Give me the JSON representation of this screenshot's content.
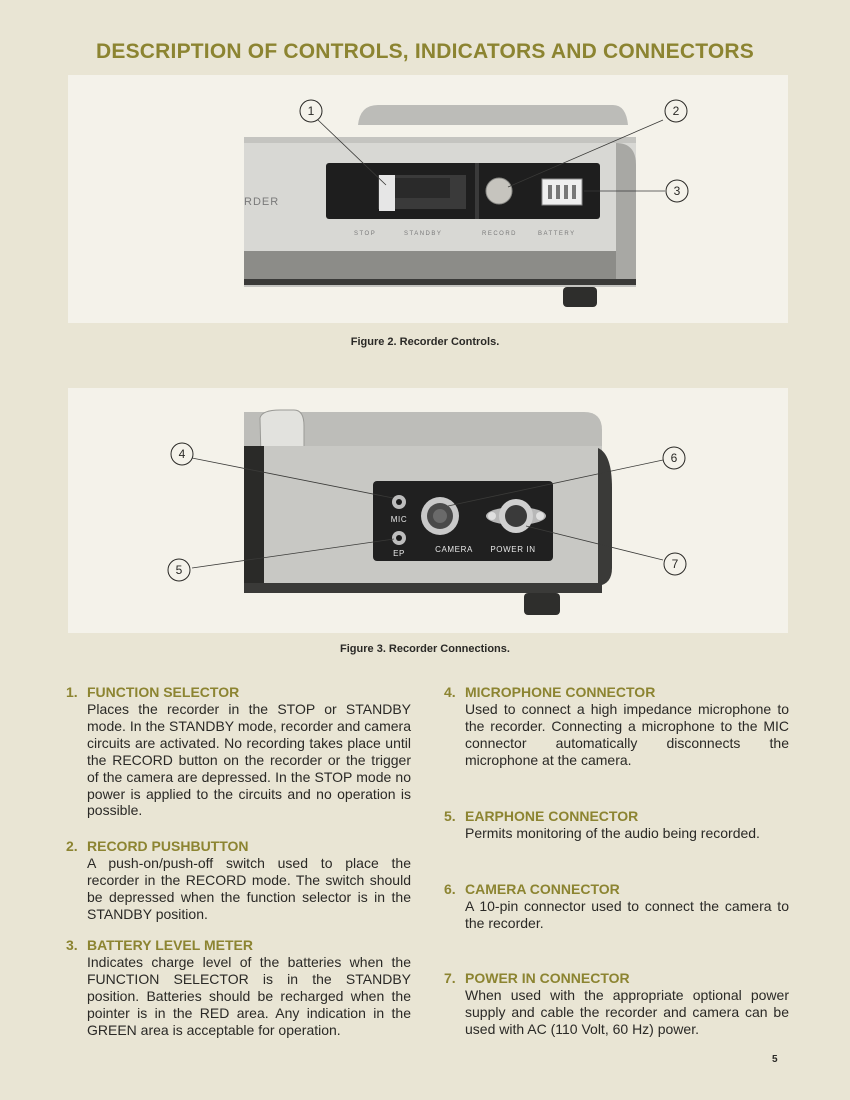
{
  "page": {
    "title": "DESCRIPTION OF CONTROLS, INDICATORS AND CONNECTORS",
    "page_number": "5"
  },
  "figure2": {
    "caption": "Figure 2. Recorder Controls.",
    "device_text": "RDER",
    "labels": [
      "STOP",
      "STANDBY",
      "RECORD",
      "BATTERY"
    ],
    "callouts": [
      "1",
      "2",
      "3"
    ]
  },
  "figure3": {
    "caption": "Figure 3. Recorder Connections.",
    "labels": [
      "MIC",
      "EP",
      "CAMERA",
      "POWER IN"
    ],
    "callouts": [
      "4",
      "5",
      "6",
      "7"
    ]
  },
  "items": [
    {
      "number": "1.",
      "heading": "FUNCTION SELECTOR",
      "text": "Places the recorder in the STOP or STANDBY mode. In the STANDBY mode, recorder and camera circuits are activated. No recording takes place until the RECORD button on the recorder or the trigger of the camera are depressed. In the STOP mode no power is applied to the circuits and no operation is possible."
    },
    {
      "number": "2.",
      "heading": "RECORD PUSHBUTTON",
      "text": "A push-on/push-off switch used to place the recorder in the RECORD mode. The switch should be depressed when the function selector is in the STANDBY position."
    },
    {
      "number": "3.",
      "heading": "BATTERY LEVEL METER",
      "text": "Indicates charge level of the batteries when the FUNCTION SELECTOR is in the STANDBY position. Batteries should be recharged when the pointer is in the RED area. Any indication in the GREEN area is acceptable for operation."
    },
    {
      "number": "4.",
      "heading": "MICROPHONE CONNECTOR",
      "text": "Used to connect a high impedance microphone to the recorder. Connecting a microphone to the MIC connector automatically disconnects the microphone at the camera."
    },
    {
      "number": "5.",
      "heading": "EARPHONE CONNECTOR",
      "text": "Permits monitoring of the audio being recorded."
    },
    {
      "number": "6.",
      "heading": "CAMERA CONNECTOR",
      "text": "A 10-pin connector used to connect the camera to the recorder."
    },
    {
      "number": "7.",
      "heading": "POWER IN CONNECTOR",
      "text": "When used with the appropriate optional power supply and cable the recorder and camera can be used with AC (110 Volt, 60 Hz) power."
    }
  ]
}
